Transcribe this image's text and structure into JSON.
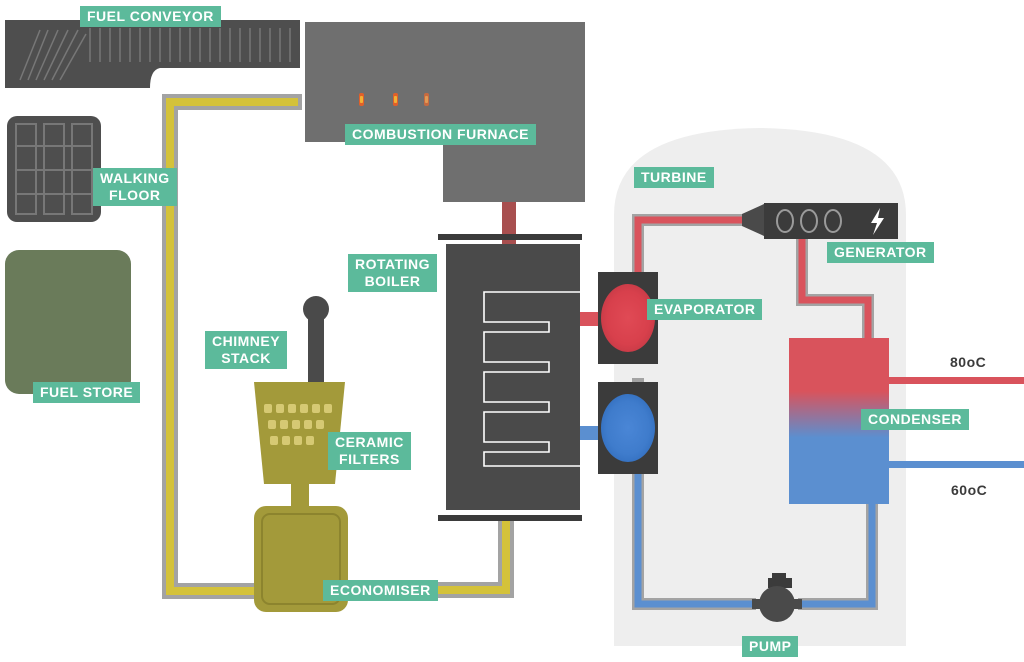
{
  "labels": {
    "fuel_conveyor": "FUEL CONVEYOR",
    "walking_floor": [
      "WALKING",
      "FLOOR"
    ],
    "fuel_store": "FUEL STORE",
    "combustion_furnace": "COMBUSTION FURNACE",
    "rotating_boiler": [
      "ROTATING",
      "BOILER"
    ],
    "chimney_stack": [
      "CHIMNEY",
      "STACK"
    ],
    "ceramic_filters": [
      "CERAMIC",
      "FILTERS"
    ],
    "economiser": "ECONOMISER",
    "turbine": "TURBINE",
    "generator": "GENERATOR",
    "evaporator": "EVAPORATOR",
    "condenser": "CONDENSER",
    "pump": "PUMP"
  },
  "temperatures": {
    "hot_out": "80oC",
    "cold_return": "60oC"
  },
  "colors": {
    "label_bg": "#5cba9b",
    "machine_dark": "#4a4a4a",
    "furnace_grey": "#6f6f6f",
    "fuel_store_green": "#6a7b5a",
    "flue_yellow": "#d4c23a",
    "flue_casing": "#a3a3a3",
    "filter_olive": "#a39a3a",
    "hot_red": "#d9535c",
    "cold_blue": "#5b8fd0",
    "turbine_hall": "#eeeeee"
  },
  "icons": {
    "generator": "lightning-bolt-icon",
    "flames": "flame-icon"
  }
}
